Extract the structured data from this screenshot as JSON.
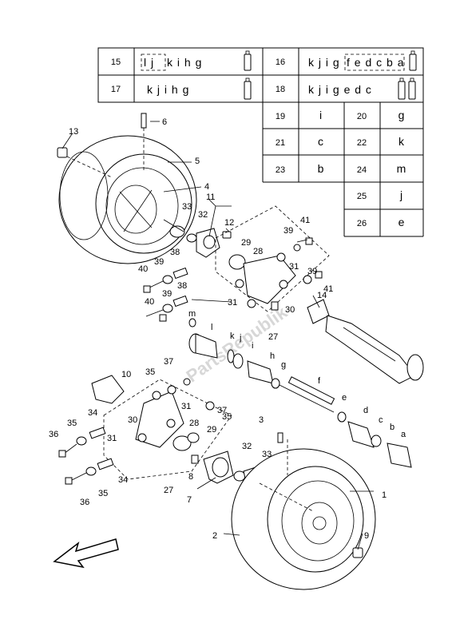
{
  "ref_table": {
    "row1": {
      "left": {
        "code": "15",
        "letters_boxed": "l j",
        "letters": "k i h g",
        "icon": "grease-tube-icon"
      },
      "right": {
        "code": "16",
        "letters": "k j i g",
        "letters_boxed": "f e d c b a",
        "icon": "grease-tube-icon"
      }
    },
    "row2": {
      "left": {
        "code": "17",
        "letters": "k j i h g",
        "icon": "grease-tube-icon"
      },
      "right": {
        "code": "18",
        "letters": "k j i g e d c",
        "icon": "double-grease-tube-icon"
      }
    },
    "grid": [
      {
        "code": "19",
        "value": "i"
      },
      {
        "code": "20",
        "value": "g"
      },
      {
        "code": "21",
        "value": "c"
      },
      {
        "code": "22",
        "value": "k"
      },
      {
        "code": "23",
        "value": "b"
      },
      {
        "code": "24",
        "value": "m"
      },
      {
        "code": "25",
        "value": "j"
      },
      {
        "code": "26",
        "value": "e"
      }
    ]
  },
  "callouts": {
    "n1": "1",
    "n2": "2",
    "n3": "3",
    "n4": "4",
    "n5": "5",
    "n6": "6",
    "n7": "7",
    "n8": "8",
    "n9": "9",
    "n10": "10",
    "n11": "11",
    "n12": "12",
    "n13": "13",
    "n14": "14",
    "n27a": "27",
    "n27b": "27",
    "n28a": "28",
    "n28b": "28",
    "n29a": "29",
    "n29b": "29",
    "n30a": "30",
    "n30b": "30",
    "n31a": "31",
    "n31b": "31",
    "n31c": "31",
    "n31d": "31",
    "n32a": "32",
    "n32b": "32",
    "n33a": "33",
    "n33b": "33",
    "n34a": "34",
    "n34b": "34",
    "n35a": "35",
    "n35b": "35",
    "n35c": "35",
    "n35d": "35",
    "n36a": "36",
    "n36b": "36",
    "n37a": "37",
    "n37b": "37",
    "n38a": "38",
    "n38b": "38",
    "n39a": "39",
    "n39b": "39",
    "n39c": "39",
    "n39d": "39",
    "n40a": "40",
    "n40b": "40",
    "n41a": "41",
    "n41b": "41",
    "la": "a",
    "lb": "b",
    "lc": "c",
    "ld": "d",
    "le": "e",
    "lf": "f",
    "lg": "g",
    "lh": "h",
    "li": "i",
    "lj": "j",
    "lk": "k",
    "ll": "l",
    "lm": "m"
  },
  "watermark": "PartsRepublik",
  "front_direction_icon": "front-arrow-icon"
}
